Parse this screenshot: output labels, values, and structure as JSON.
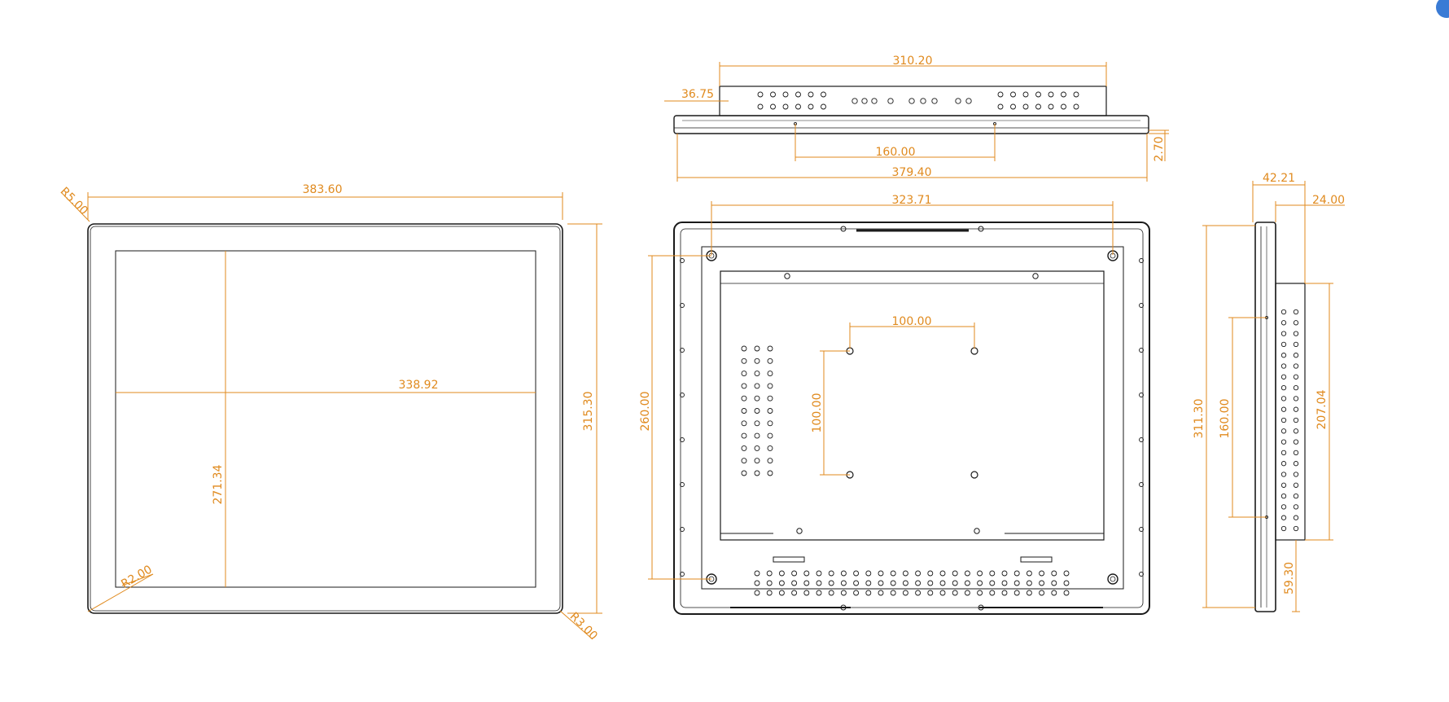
{
  "colors": {
    "dimension": "#e08a1e",
    "outline": "#1a1a1a",
    "background": "#ffffff",
    "badge": "#3a7bd5"
  },
  "front_view": {
    "overall_width": "383.60",
    "overall_height": "315.30",
    "screen_width": "338.92",
    "screen_height": "271.34",
    "radius_top_left": "R5.00",
    "radius_screen": "R2.00",
    "radius_bottom_right": "R3.00"
  },
  "top_view": {
    "body_width": "310.20",
    "offset": "36.75",
    "hole_spacing": "160.00",
    "total_width": "379.40",
    "bezel_thickness": "2.70"
  },
  "rear_view": {
    "mount_width": "323.71",
    "mount_height": "260.00",
    "vesa_width": "100.00",
    "vesa_height": "100.00"
  },
  "side_view": {
    "total_depth": "42.21",
    "body_depth": "24.00",
    "overall_height": "311.30",
    "hole_spacing": "160.00",
    "body_height": "207.04",
    "bottom_offset": "59.30"
  }
}
